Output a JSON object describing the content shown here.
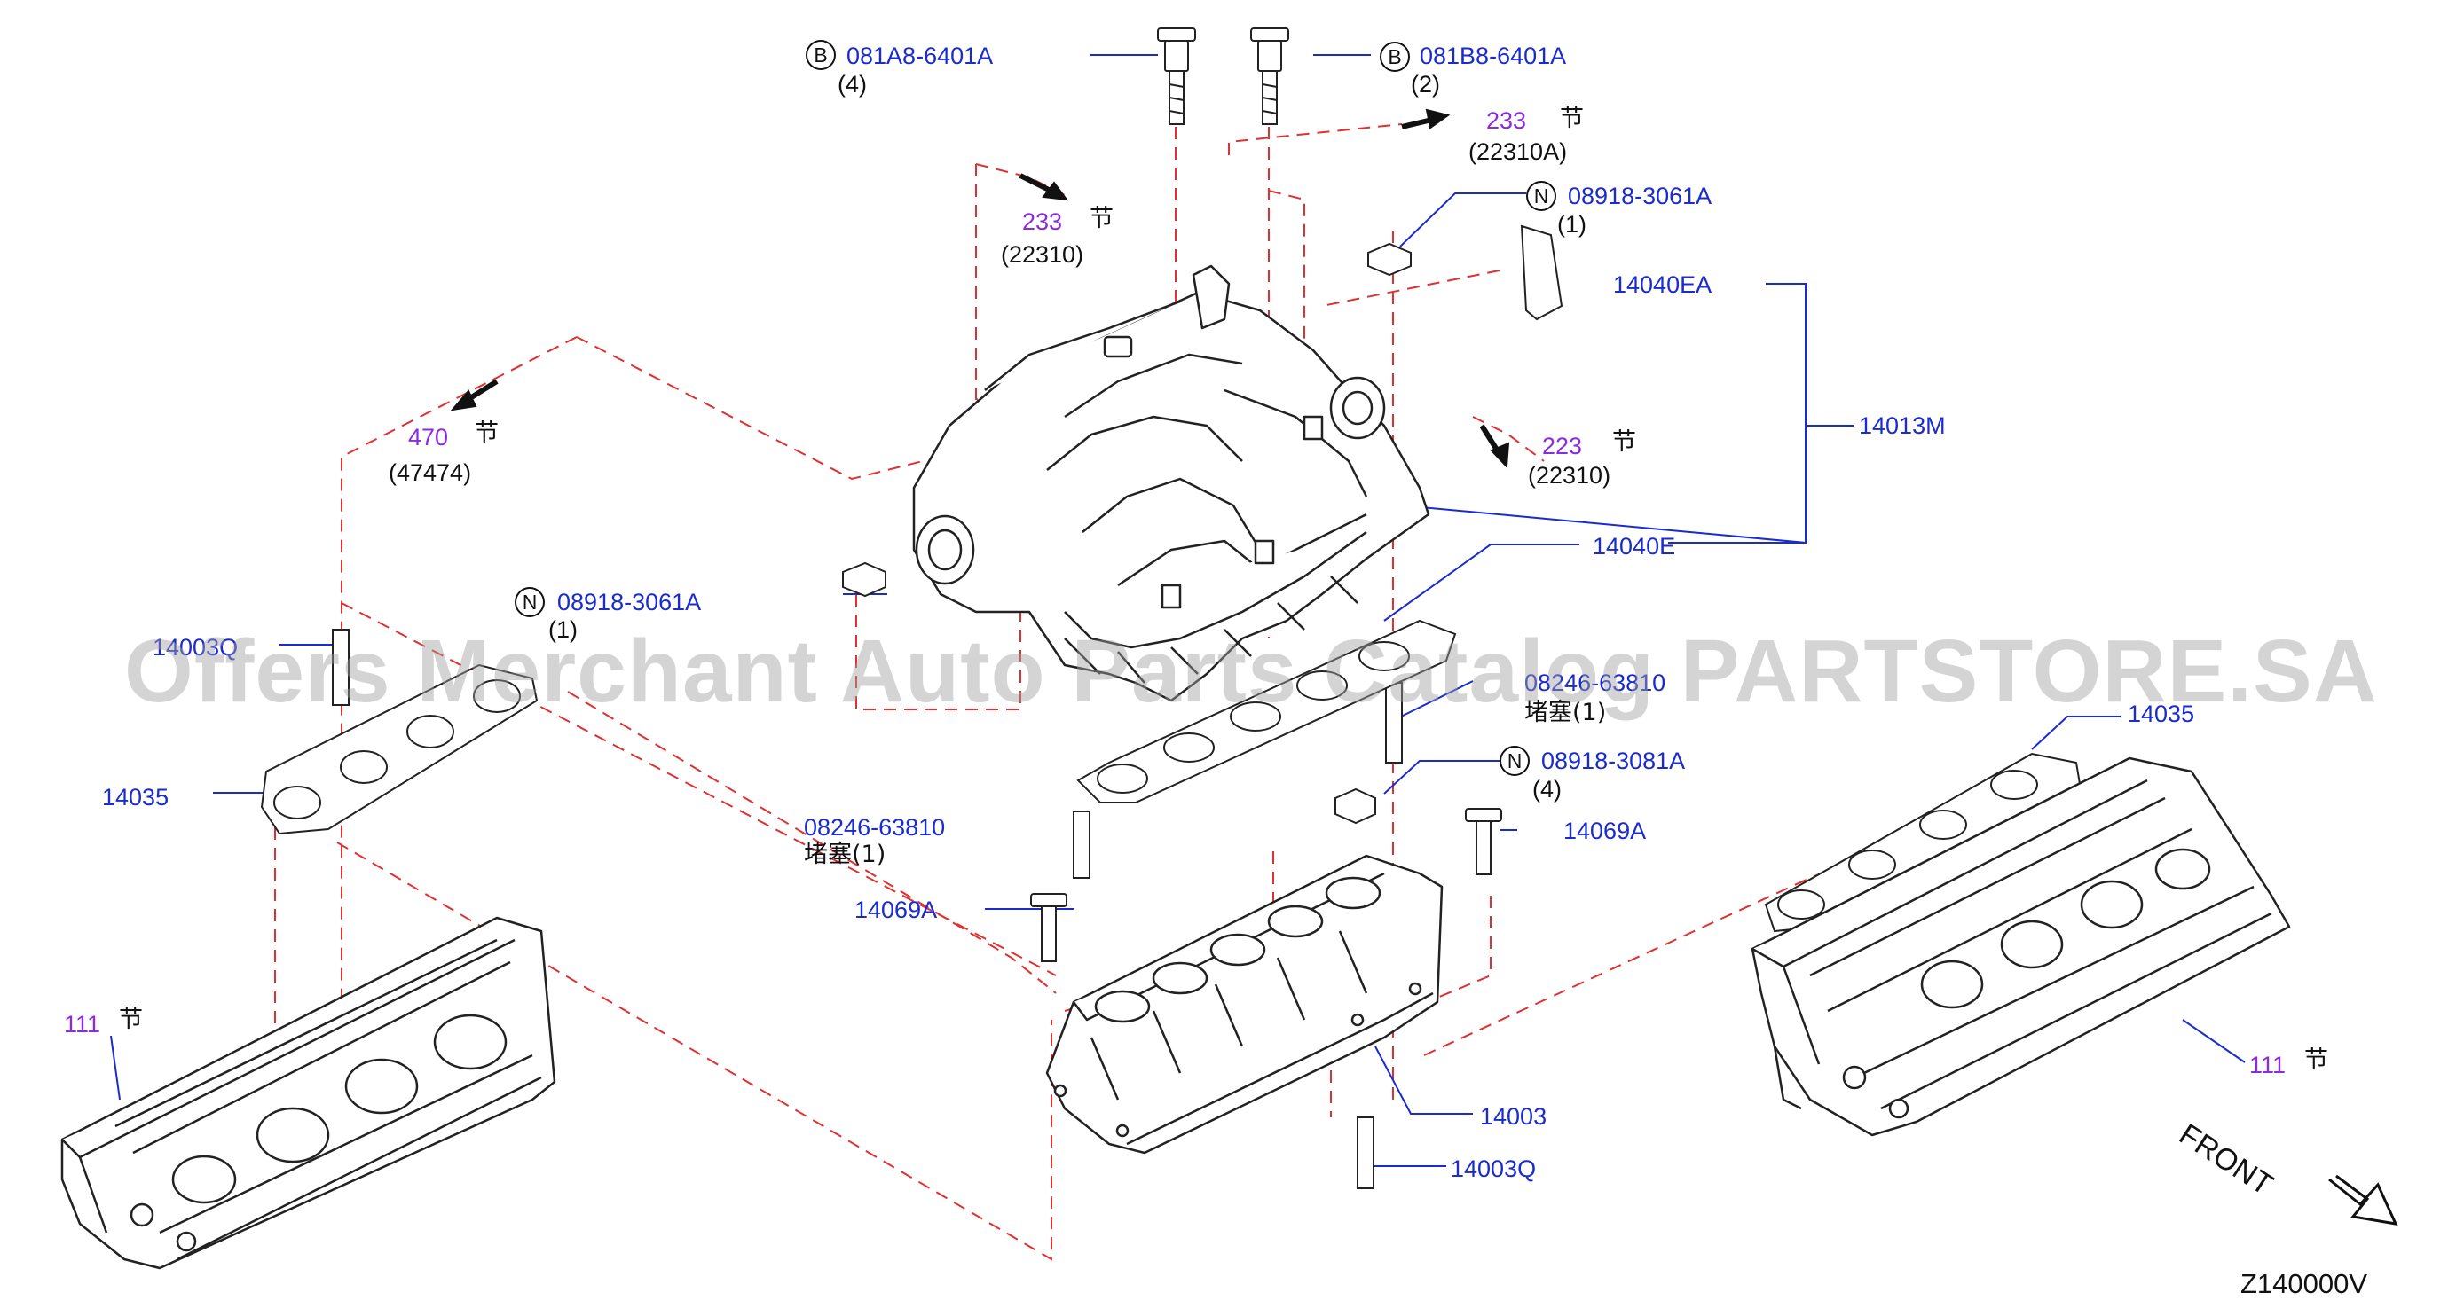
{
  "diagram_code": "Z140000V",
  "watermark": "Offers Merchant Auto Parts Catalog PARTSTORE.SA",
  "front_label": "FRONT",
  "colors": {
    "part_number": "#1a2bd0",
    "section_ref": "#8a2be2",
    "leader": "#1a2bd0",
    "phantom": "#e03030",
    "outline": "#222222"
  },
  "callouts": {
    "bolt_b_left": {
      "badge": "B",
      "part": "081A8-6401A",
      "qty": "(4)"
    },
    "bolt_b_right": {
      "badge": "B",
      "part": "081B8-6401A",
      "qty": "(2)"
    },
    "ref_233_top": {
      "section": "233",
      "char": "节",
      "ref": "(22310A)"
    },
    "ref_233_mid": {
      "section": "233",
      "char": "节",
      "ref": "(22310)"
    },
    "nut_top": {
      "badge": "N",
      "part": "08918-3061A",
      "qty": "(1)"
    },
    "gasket_ea": {
      "part": "14040EA"
    },
    "assy": {
      "part": "14013M"
    },
    "ref_223": {
      "section": "223",
      "char": "节",
      "ref": "(22310)"
    },
    "ref_470": {
      "section": "470",
      "char": "节",
      "ref": "(47474)"
    },
    "gasket_e": {
      "part": "14040E"
    },
    "nut_mid": {
      "badge": "N",
      "part": "08918-3061A",
      "qty": "(1)"
    },
    "stud_left": {
      "part": "14003Q"
    },
    "plug_right": {
      "part": "08246-63810",
      "note": "堵塞(1)"
    },
    "nut_lower": {
      "badge": "N",
      "part": "08918-3081A",
      "qty": "(4)"
    },
    "gasket_left": {
      "part": "14035"
    },
    "gasket_right": {
      "part": "14035"
    },
    "plug_left": {
      "part": "08246-63810",
      "note": "堵塞(1)"
    },
    "bolt_right": {
      "part": "14069A"
    },
    "bolt_left": {
      "part": "14069A"
    },
    "head_left": {
      "section": "111",
      "char": "节"
    },
    "head_right": {
      "section": "111",
      "char": "节"
    },
    "lower_manifold": {
      "part": "14003"
    },
    "stud_bottom": {
      "part": "14003Q"
    }
  }
}
